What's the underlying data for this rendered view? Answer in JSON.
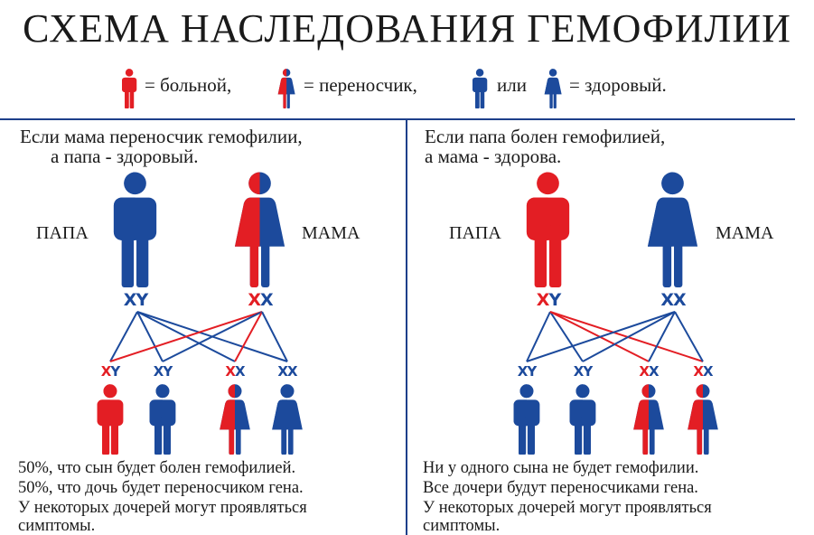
{
  "title": "СХЕМА НАСЛЕДОВАНИЯ ГЕМОФИЛИИ",
  "colors": {
    "sick": "#e31e24",
    "healthy": "#1c4a9c"
  },
  "legend": {
    "sick": "= больной,",
    "carrier": "= переносчик,",
    "or": "или",
    "healthy": "= здоровый."
  },
  "panels": [
    {
      "heading": [
        "Если мама переносчик гемофилии,",
        "а папа - здоровый."
      ],
      "papa_label": "ПАПА",
      "mama_label": "МАМА",
      "papa": {
        "status": "healthy",
        "genotype": [
          "X",
          "Y"
        ],
        "gcolors": [
          "healthy",
          "healthy"
        ]
      },
      "mama": {
        "status": "carrier",
        "genotype": [
          "X",
          "X"
        ],
        "gcolors": [
          "sick",
          "healthy"
        ]
      },
      "children": [
        {
          "sex": "m",
          "status": "sick",
          "genotype": [
            "X",
            "Y"
          ],
          "gcolors": [
            "sick",
            "healthy"
          ]
        },
        {
          "sex": "m",
          "status": "healthy",
          "genotype": [
            "X",
            "Y"
          ],
          "gcolors": [
            "healthy",
            "healthy"
          ]
        },
        {
          "sex": "f",
          "status": "carrier",
          "genotype": [
            "X",
            "X"
          ],
          "gcolors": [
            "sick",
            "healthy"
          ]
        },
        {
          "sex": "f",
          "status": "healthy",
          "genotype": [
            "X",
            "X"
          ],
          "gcolors": [
            "healthy",
            "healthy"
          ]
        }
      ],
      "edges": [
        [
          "papa",
          0,
          "healthy"
        ],
        [
          "papa",
          1,
          "healthy"
        ],
        [
          "papa",
          2,
          "healthy"
        ],
        [
          "papa",
          3,
          "healthy"
        ],
        [
          "mama",
          0,
          "sick"
        ],
        [
          "mama",
          1,
          "healthy"
        ],
        [
          "mama",
          2,
          "sick"
        ],
        [
          "mama",
          3,
          "healthy"
        ]
      ],
      "footer": [
        "50%, что сын будет болен гемофилией.",
        "50%, что дочь будет переносчиком гена.",
        "У некоторых дочерей могут проявляться",
        "симптомы."
      ]
    },
    {
      "heading": [
        "Если папа болен гемофилией,",
        "а мама - здорова."
      ],
      "papa_label": "ПАПА",
      "mama_label": "МАМА",
      "papa": {
        "status": "sick",
        "genotype": [
          "X",
          "Y"
        ],
        "gcolors": [
          "sick",
          "healthy"
        ]
      },
      "mama": {
        "status": "healthy",
        "genotype": [
          "X",
          "X"
        ],
        "gcolors": [
          "healthy",
          "healthy"
        ]
      },
      "children": [
        {
          "sex": "m",
          "status": "healthy",
          "genotype": [
            "X",
            "Y"
          ],
          "gcolors": [
            "healthy",
            "healthy"
          ]
        },
        {
          "sex": "m",
          "status": "healthy",
          "genotype": [
            "X",
            "Y"
          ],
          "gcolors": [
            "healthy",
            "healthy"
          ]
        },
        {
          "sex": "f",
          "status": "carrier",
          "genotype": [
            "X",
            "X"
          ],
          "gcolors": [
            "sick",
            "healthy"
          ]
        },
        {
          "sex": "f",
          "status": "carrier",
          "genotype": [
            "X",
            "X"
          ],
          "gcolors": [
            "sick",
            "healthy"
          ]
        }
      ],
      "edges": [
        [
          "papa",
          0,
          "healthy"
        ],
        [
          "papa",
          1,
          "healthy"
        ],
        [
          "papa",
          2,
          "sick"
        ],
        [
          "papa",
          3,
          "sick"
        ],
        [
          "mama",
          0,
          "healthy"
        ],
        [
          "mama",
          1,
          "healthy"
        ],
        [
          "mama",
          2,
          "healthy"
        ],
        [
          "mama",
          3,
          "healthy"
        ]
      ],
      "footer": [
        "Ни у одного сына не будет гемофилии.",
        "Все дочери будут переносчиками гена.",
        "У некоторых дочерей могут проявляться",
        "симптомы."
      ]
    }
  ]
}
